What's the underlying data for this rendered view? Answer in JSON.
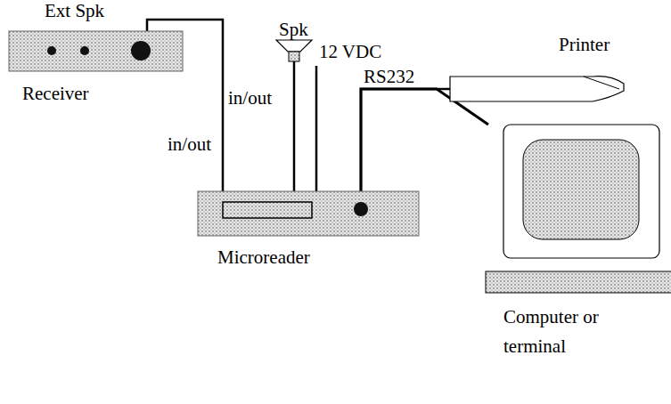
{
  "diagram": {
    "nodes": [
      {
        "text": [
          "Receiver"
        ]
      },
      {
        "text": [
          "Spk"
        ]
      },
      {
        "text": [
          "Microreader"
        ]
      },
      {
        "text": [
          "Printer"
        ]
      },
      {
        "text": [
          "Computer or terminal"
        ]
      }
    ],
    "edges": [
      {
        "from": 0,
        "to": 2,
        "arrow": "none"
      },
      {
        "from": 1,
        "to": 2,
        "arrow": "none"
      },
      {
        "from": 2,
        "to": 3,
        "arrow": "none"
      },
      {
        "from": 2,
        "to": 4,
        "arrow": "none"
      }
    ],
    "labels": [
      "Ext Spk",
      "in/out",
      "in/out",
      "12 VDC",
      "RS232"
    ]
  }
}
